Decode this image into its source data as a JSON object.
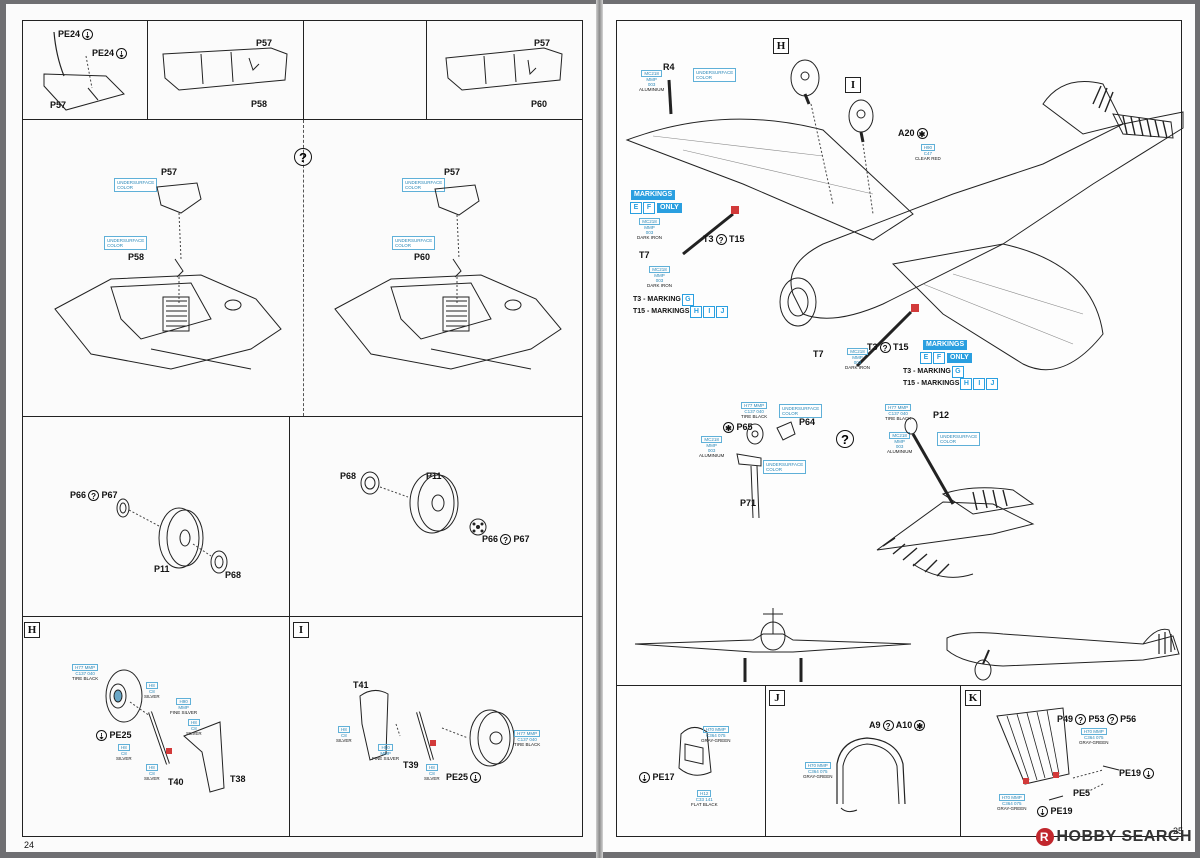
{
  "pages": {
    "left_number": "24",
    "right_number": "25"
  },
  "watermark": {
    "brand": "HOBBY SEARCH",
    "logo_letter": "R"
  },
  "symbols": {
    "question": "?",
    "arrow": "⇣",
    "star": "✱"
  },
  "paint_labels": {
    "underside": "UNDERSURFACE\nCOLOR",
    "aluminium": "MC218 / MMP / 003 / ALUMINIUM",
    "dark_iron": "MC218 / MMP / 003 / DARK IRON",
    "clear_red": "H90 / C47 / CLEAR RED",
    "tire_black": "H77 MMP / C137 040 / TIRE BLACK",
    "silver": "H8 / C8 / SILVER",
    "fine_silver": "H90 / MMP / FINE SILVER",
    "gray_green": "H70 MMP / C364 075 / GRAY-GREEN",
    "flat_black": "H12 / C33 141 / FLAT BLACK"
  },
  "steps": {
    "step1": {
      "pe24a": "PE24",
      "pe24b": "PE24",
      "p57": "P57"
    },
    "step2": {
      "p57": "P57",
      "p58": "P58"
    },
    "step3": {
      "p57": "P57",
      "p60": "P60"
    },
    "step4": {
      "p57": "P57",
      "p58": "P58"
    },
    "step5": {
      "p57": "P57",
      "p60": "P60"
    },
    "step6": {
      "p66": "P66",
      "p67": "P67",
      "p11": "P11",
      "p68": "P68"
    },
    "step7": {
      "p68": "P68",
      "p11": "P11",
      "p66": "P66",
      "p67": "P67"
    },
    "step_h": {
      "letter": "H",
      "pe25": "PE25",
      "t40": "T40",
      "t38": "T38"
    },
    "step_i": {
      "letter": "I",
      "t41": "T41",
      "t39": "T39",
      "pe25": "PE25"
    },
    "main": {
      "h": "H",
      "i": "I",
      "r4": "R4",
      "a20": "A20",
      "markings_ef": "MARKINGS",
      "e": "E",
      "f": "F",
      "only": "ONLY",
      "t3": "T3",
      "t15": "T15",
      "t7": "T7",
      "t3_marking": "T3 - MARKING",
      "g": "G",
      "t15_markings": "T15 - MARKINGS",
      "hh": "H",
      "ii": "I",
      "jj": "J",
      "p65": "P65",
      "p64": "P64",
      "p71": "P71",
      "p12": "P12"
    },
    "step_j": {
      "letter": "J",
      "pe17": "PE17",
      "a9": "A9",
      "a10": "A10"
    },
    "step_k": {
      "letter": "K",
      "p49": "P49",
      "p53": "P53",
      "p56": "P56",
      "pe19a": "PE19",
      "pe5": "PE5",
      "pe19b": "PE19"
    }
  }
}
